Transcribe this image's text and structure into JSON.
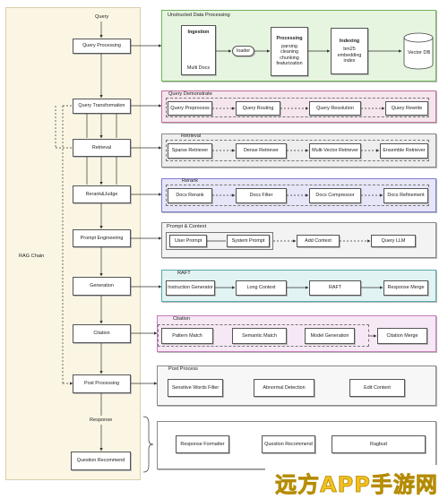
{
  "left": {
    "query_label": "Query",
    "rag_chain_label": "RAG Chain",
    "response_label": "Response",
    "steps": [
      "Query Processing",
      "Query  Transformation",
      "Retrieval",
      "Rerank&Judge",
      "Prompt Engineering",
      "Generation",
      "Citation",
      "Post Processing",
      "Question Recommend"
    ]
  },
  "unstructured": {
    "title": "Unstructed Data Processing",
    "ingestion_title": "Ingestion",
    "ingestion_item": "Multi Docs",
    "loader": "loader",
    "processing_title": "Processing",
    "processing_items": [
      "parsing",
      "cleaning",
      "chunking",
      "featurization"
    ],
    "indexing_title": "Indexing",
    "indexing_items": [
      "bm25",
      "embedding",
      "index"
    ],
    "vector_db": "Vector  DB"
  },
  "rows": [
    {
      "title": "Query Demonstrate",
      "boxes": [
        "Query Preprocess",
        "Query Routing",
        "Query Resolution",
        "Query Rewrite"
      ]
    },
    {
      "title": "Retrieval",
      "boxes": [
        "Sparse Retriever",
        "Dense Retriever",
        "Multi-Vector Retriever",
        "Ensemble Retriever"
      ]
    },
    {
      "title": "Rerank",
      "boxes": [
        "Docs Rerank",
        "Docs Filter",
        "Docs Compressor",
        "Docs Refinement"
      ]
    },
    {
      "title": "Prompt & Context",
      "boxes": [
        "User Prompt",
        "System Prompt",
        "Add Context",
        "Query LLM"
      ]
    },
    {
      "title": "RAFT",
      "boxes": [
        "Instruction Generator",
        "Long Context",
        "RAFT",
        "Response Merge"
      ]
    },
    {
      "title": "Citation",
      "boxes": [
        "Pattern Match",
        "Semantic Match",
        "Model Generation",
        "Citation Merge"
      ]
    },
    {
      "title": "Post Process",
      "boxes": [
        "Sensitive Words  Filter",
        "Abnormal Detection",
        "Edit Content"
      ]
    },
    {
      "title": "",
      "boxes": [
        "Response Formatter",
        "Question Recommend",
        "Ragbud"
      ]
    }
  ],
  "watermark": "远方APP手游网",
  "colors": {
    "unstructured_bg": "#e6f5df",
    "unstructured_border": "#6fb35e",
    "query_bg": "#f5e6ee",
    "query_border": "#c0709a",
    "retrieval_bg": "#eeeeee",
    "retrieval_border": "#888888",
    "rerank_bg": "#e6e6f8",
    "rerank_border": "#7b7bd0",
    "prompt_bg": "#f3f3f3",
    "prompt_border": "#888888",
    "raft_bg": "#e2f3f3",
    "raft_border": "#5aa8a8",
    "citation_bg": "#f7e8f5",
    "citation_border": "#c47bb8",
    "post_bg": "#f7f7f7",
    "post_border": "#888888",
    "left_bg": "#fbf6e4"
  }
}
